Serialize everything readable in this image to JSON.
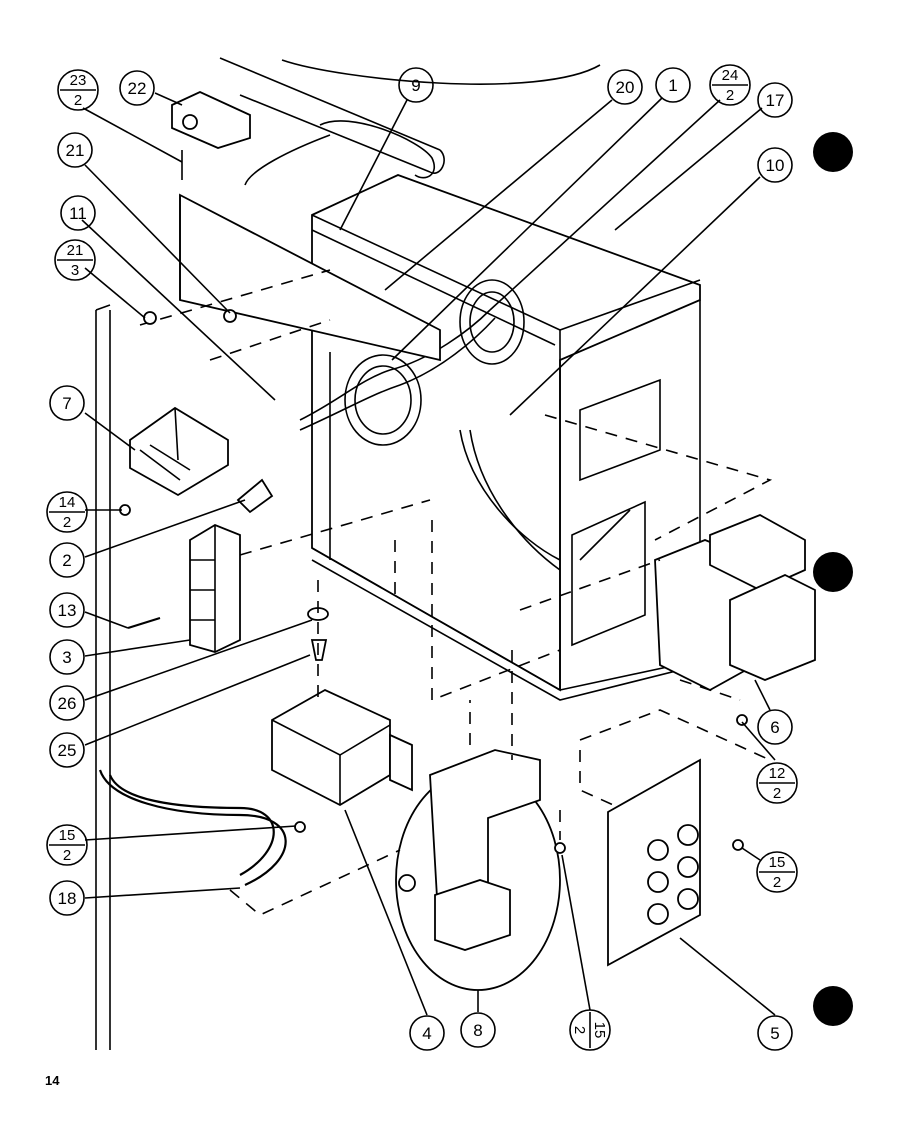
{
  "page_number": "14",
  "callouts": [
    {
      "id": "c1",
      "label": "1"
    },
    {
      "id": "c2",
      "label": "2"
    },
    {
      "id": "c3",
      "label": "3"
    },
    {
      "id": "c4",
      "label": "4"
    },
    {
      "id": "c5",
      "label": "5"
    },
    {
      "id": "c6",
      "label": "6"
    },
    {
      "id": "c7",
      "label": "7"
    },
    {
      "id": "c8",
      "label": "8"
    },
    {
      "id": "c9",
      "label": "9"
    },
    {
      "id": "c10",
      "label": "10"
    },
    {
      "id": "c11",
      "label": "11"
    },
    {
      "id": "c13",
      "label": "13"
    },
    {
      "id": "c17",
      "label": "17"
    },
    {
      "id": "c18",
      "label": "18"
    },
    {
      "id": "c20",
      "label": "20"
    },
    {
      "id": "c21",
      "label": "21"
    },
    {
      "id": "c22",
      "label": "22"
    },
    {
      "id": "c25",
      "label": "25"
    },
    {
      "id": "c26",
      "label": "26"
    }
  ],
  "fraction_callouts": [
    {
      "id": "f23_2",
      "top": "23",
      "bottom": "2"
    },
    {
      "id": "f24_2",
      "top": "24",
      "bottom": "2"
    },
    {
      "id": "f21_3",
      "top": "21",
      "bottom": "3"
    },
    {
      "id": "f14_2",
      "top": "14",
      "bottom": "2"
    },
    {
      "id": "f12_2",
      "top": "12",
      "bottom": "2"
    },
    {
      "id": "f15_2a",
      "top": "15",
      "bottom": "2"
    },
    {
      "id": "f15_2b",
      "top": "15",
      "bottom": "2"
    },
    {
      "id": "f15_2c",
      "top": "15",
      "bottom": "2"
    }
  ]
}
